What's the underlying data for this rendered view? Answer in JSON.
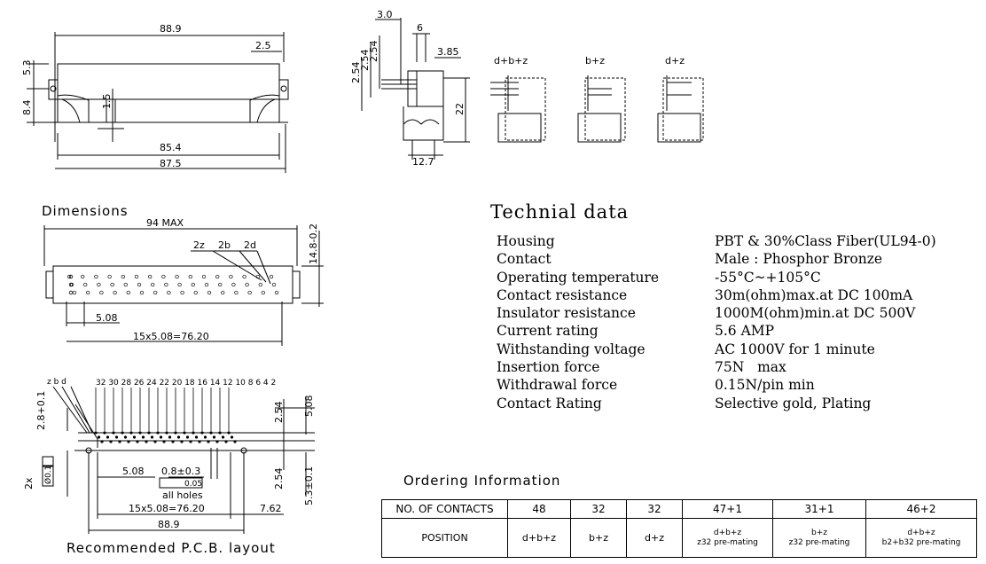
{
  "top_view": {
    "dim_88_9": "88.9",
    "dim_2_5": "2.5",
    "dim_5_3": "5.3",
    "dim_8_4": "8.4",
    "dim_1_5": "1.5",
    "dim_85_4": "85.4",
    "dim_87_5": "87.5"
  },
  "side_view": {
    "dim_3_0": "3.0",
    "dim_6": "6",
    "dim_2_54_a": "2.54",
    "dim_2_54_b": "2.54",
    "dim_2_54_c": "2.54",
    "dim_3_85": "3.85",
    "dim_22": "22",
    "dim_12_7": "12.7"
  },
  "variants": {
    "dbz": "d+b+z",
    "bz": "b+z",
    "dz": "d+z"
  },
  "dimensions": {
    "title": "Dimensions",
    "dim_94": "94 MAX",
    "dim_14_8": "14.8-0.2",
    "label_2z": "2z",
    "label_2b": "2b",
    "label_2d": "2d",
    "dim_5_08": "5.08",
    "dim_15x": "15x5.08=76.20"
  },
  "pcb": {
    "rows": "z b d",
    "pin_numbers": "32 30 28 26 24 22 20 18 16 14 12 10 8 6 4 2",
    "dim_2_8": "2.8+0.1",
    "dim_2x": "2x",
    "dim_phi": "Ø0.1",
    "dim_2_54_a": "2.54",
    "dim_5_08_v": "5.08",
    "dim_2_54_b": "2.54",
    "dim_5_3": "5.3±0.1",
    "dim_5_08_h": "5.08",
    "dim_0_8": "0.8±0.3",
    "dim_0_05": "0.05",
    "all_holes": "all holes",
    "dim_15x": "15x5.08=76.20",
    "dim_7_62": "7.62",
    "dim_88_9": "88.9",
    "title": "Recommended P.C.B. layout"
  },
  "technical": {
    "title": "Technial  data",
    "rows": [
      {
        "label": "Housing",
        "value": "PBT & 30%Class Fiber(UL94-0)"
      },
      {
        "label": "Contact",
        "value": "Male : Phosphor Bronze"
      },
      {
        "label": "Operating temperature",
        "value": "-55°C~+105°C"
      },
      {
        "label": "Contact resistance",
        "value": "30m(ohm)max.at DC 100mA"
      },
      {
        "label": "Insulator resistance",
        "value": "1000M(ohm)min.at DC 500V"
      },
      {
        "label": "Current rating",
        "value": "5.6 AMP"
      },
      {
        "label": "Withstanding voltage",
        "value": "AC 1000V for 1 minute"
      },
      {
        "label": "Insertion force",
        "value": "75N   max"
      },
      {
        "label": "Withdrawal force",
        "value": "0.15N/pin min"
      },
      {
        "label": "Contact Rating",
        "value": "Selective gold, Plating"
      }
    ]
  },
  "ordering": {
    "title": "Ordering Information",
    "header_label": "NO. OF CONTACTS",
    "position_label": "POSITION",
    "columns": [
      {
        "contacts": "48",
        "position": "d+b+z",
        "note": ""
      },
      {
        "contacts": "32",
        "position": "b+z",
        "note": ""
      },
      {
        "contacts": "32",
        "position": "d+z",
        "note": ""
      },
      {
        "contacts": "47+1",
        "position": "d+b+z",
        "note": "z32 pre-mating"
      },
      {
        "contacts": "31+1",
        "position": "b+z",
        "note": "z32 pre-mating"
      },
      {
        "contacts": "46+2",
        "position": "d+b+z",
        "note": "b2+b32 pre-mating"
      }
    ]
  }
}
